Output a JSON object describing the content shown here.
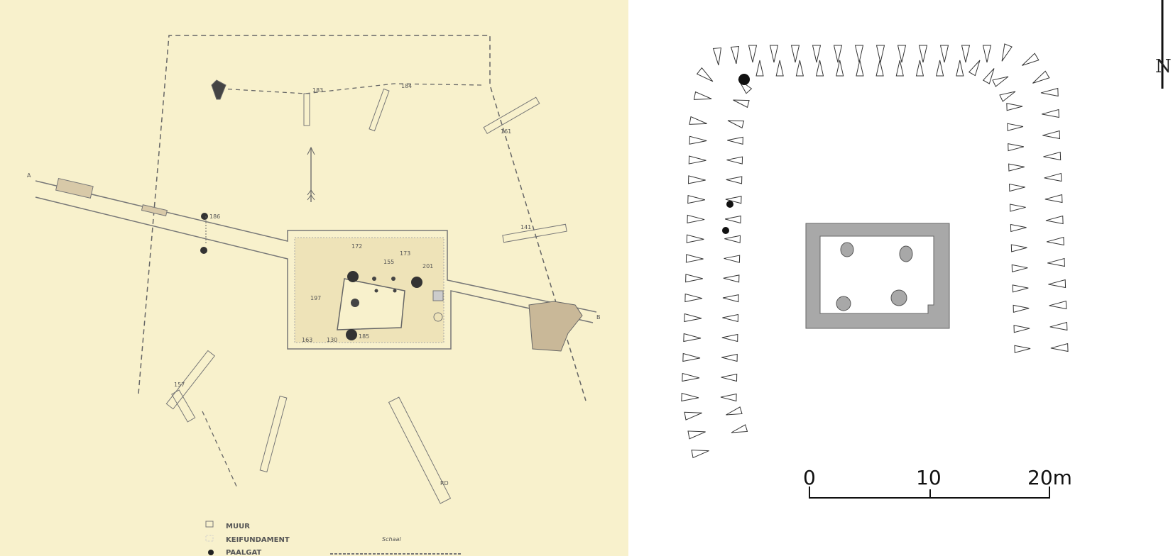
{
  "left_plan": {
    "background_color": "#f8f1cc",
    "point_labels": {
      "a": "A",
      "b": "B",
      "rd": "RD"
    },
    "feature_labels": [
      "183",
      "184",
      "161",
      "186",
      "141",
      "157",
      "172",
      "173",
      "155",
      "201",
      "197",
      "185",
      "163",
      "130"
    ],
    "legend": {
      "muur": "MUUR",
      "keifundament": "KEIFUNDAMENT",
      "paalgat": "PAALGAT"
    },
    "scale_label": "Schaal"
  },
  "right_plan": {
    "north_label": "N",
    "scale": {
      "ticks": [
        "0",
        "10",
        "20m"
      ]
    },
    "feature_fill": "#a8a8a8"
  }
}
